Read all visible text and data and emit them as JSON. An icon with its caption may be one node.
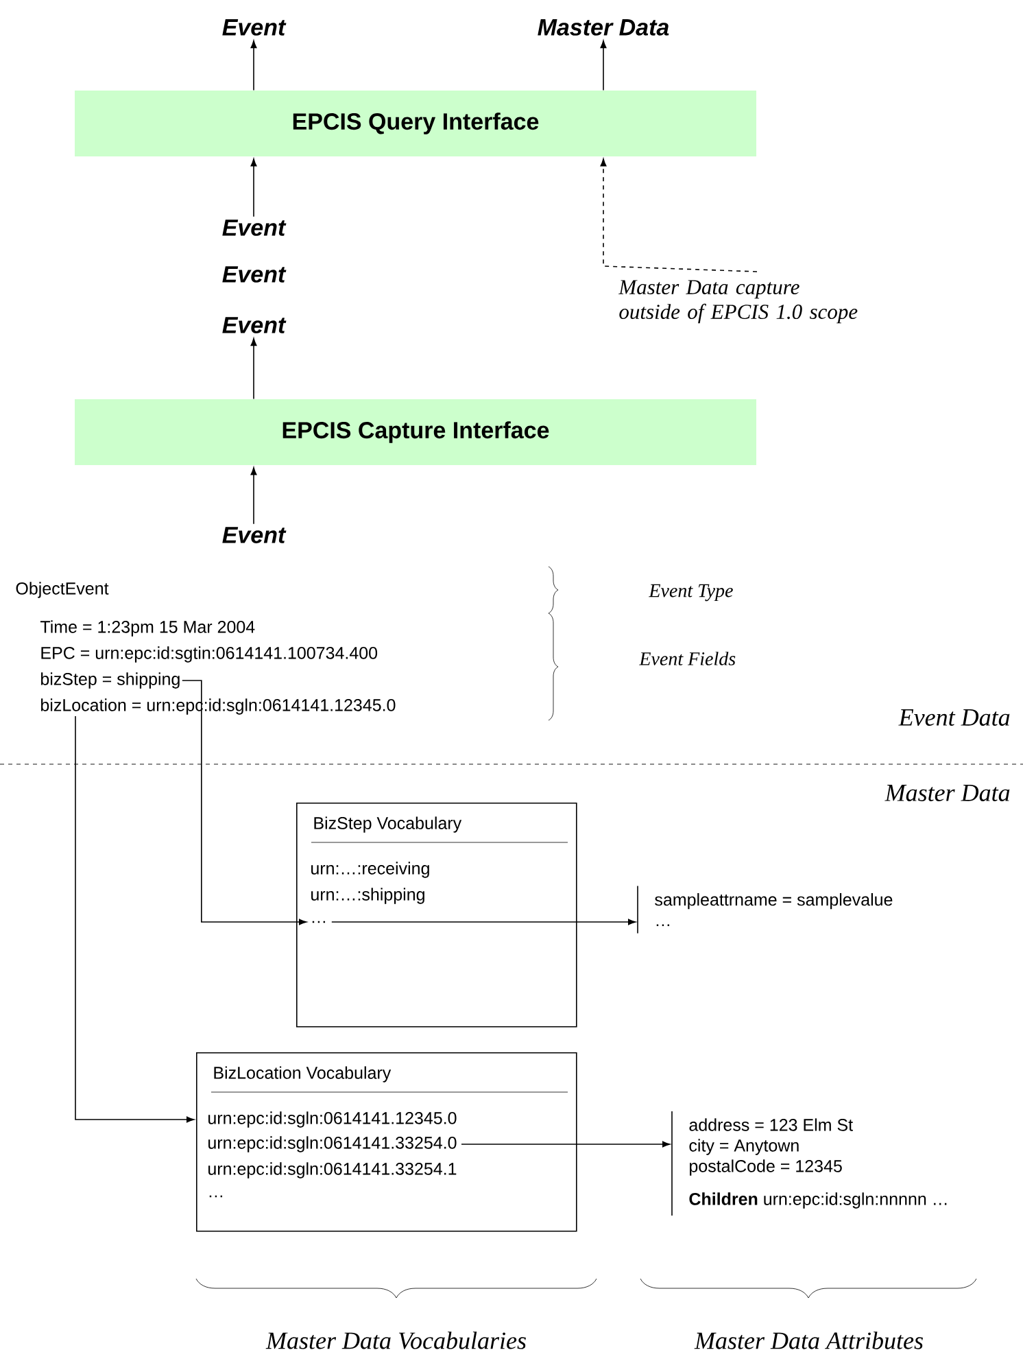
{
  "diagram": {
    "nodes": [
      {
        "text": [
          "Event"
        ]
      },
      {
        "text": [
          "Master Data"
        ]
      },
      {
        "text": [
          "EPCIS Query Interface"
        ]
      },
      {
        "text": [
          "Event"
        ]
      },
      {
        "text": [
          "Event"
        ]
      },
      {
        "text": [
          "Event"
        ]
      },
      {
        "text": [
          "EPCIS Capture Interface"
        ]
      },
      {
        "text": [
          "Event"
        ]
      },
      {
        "text": [
          "Master Data capture outside of EPCIS 1.0 scope"
        ]
      },
      {
        "text": [
          "bizStep = shipping"
        ]
      },
      {
        "text": [
          "bizLocation = urn:epc:id:sgln:0614141.12345.0"
        ]
      },
      {
        "text": [
          "BizStep Vocabulary"
        ]
      },
      {
        "text": [
          "urn:…:receiving"
        ],
        "in": 11
      },
      {
        "text": [
          "urn:…:shipping"
        ],
        "in": 11
      },
      {
        "text": [
          "…"
        ],
        "in": 11
      },
      {
        "text": [
          "sampleattrname = samplevalue",
          "…"
        ]
      },
      {
        "text": [
          "BizLocation Vocabulary"
        ]
      },
      {
        "text": [
          "urn:epc:id:sgln:0614141.12345.0"
        ],
        "in": 16
      },
      {
        "text": [
          "urn:epc:id:sgln:0614141.33254.0"
        ],
        "in": 16
      },
      {
        "text": [
          "urn:epc:id:sgln:0614141.33254.1"
        ],
        "in": 16
      },
      {
        "text": [
          "…"
        ],
        "in": 16
      },
      {
        "text": [
          "address = 123 Elm St",
          "city = Anytown",
          "postalCode = 12345",
          "**Children** urn:epc:id:sgln:nnnnn …"
        ]
      }
    ],
    "edges": [
      {
        "from": 2,
        "to": 0,
        "arrow": "to"
      },
      {
        "from": 2,
        "to": 1,
        "arrow": "to"
      },
      {
        "from": 3,
        "to": 2,
        "arrow": "to"
      },
      {
        "from": 6,
        "to": 5,
        "arrow": "to"
      },
      {
        "from": 7,
        "to": 6,
        "arrow": "to"
      },
      {
        "from": 8,
        "to": 2,
        "arrow": "to",
        "style": "dashed"
      },
      {
        "from": 9,
        "to": 14,
        "arrow": "to"
      },
      {
        "from": 14,
        "to": 15,
        "arrow": "to"
      },
      {
        "from": 10,
        "to": 17,
        "arrow": "to"
      },
      {
        "from": 18,
        "to": 21,
        "arrow": "to"
      }
    ],
    "labels": [
      "ObjectEvent",
      "Event Type",
      "Time = 1:23pm 15 Mar 2004",
      "EPC = urn:epc:id:sgtin:0614141.100734.400",
      "Event Fields",
      "Event Data",
      "Master Data",
      "Master Data Vocabularies",
      "Master Data Attributes"
    ]
  }
}
